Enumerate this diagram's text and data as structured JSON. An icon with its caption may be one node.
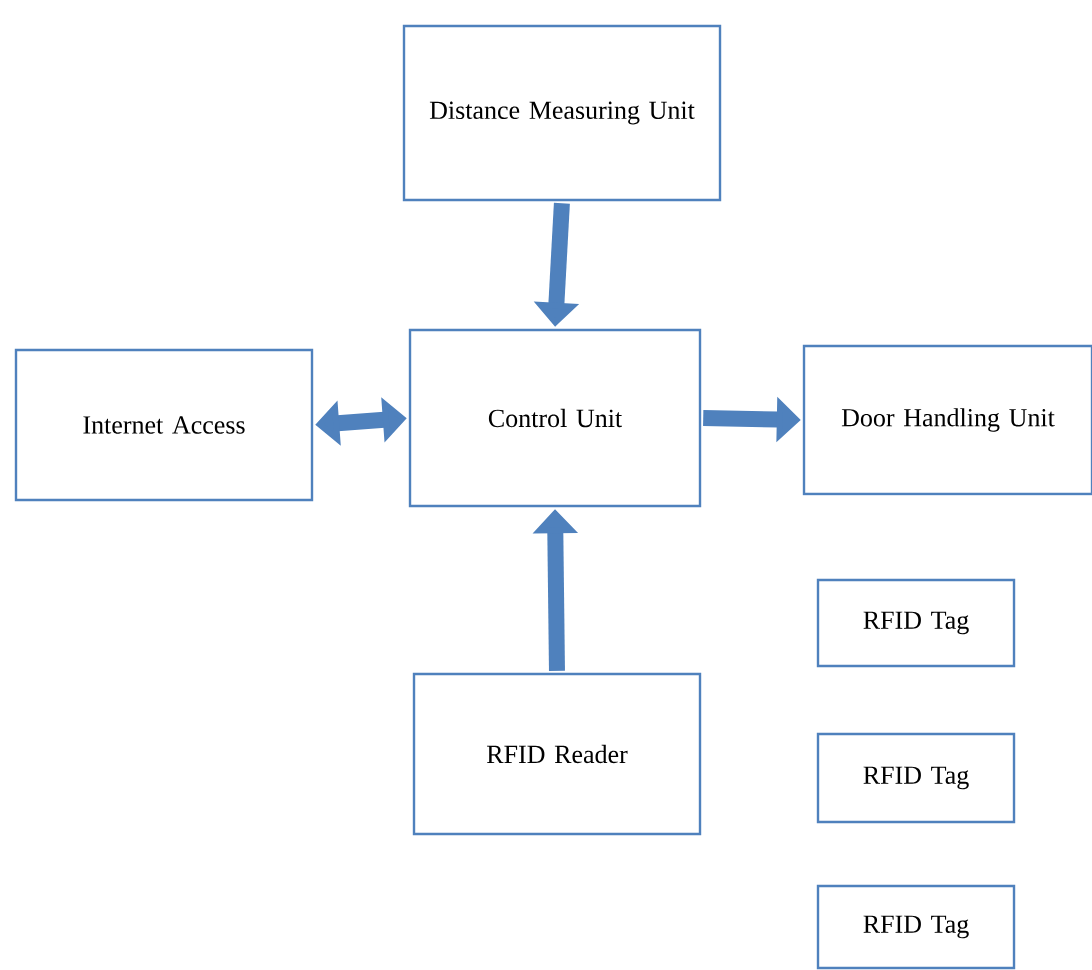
{
  "diagram": {
    "nodes": [
      {
        "text": [
          "Distance Measuring Unit"
        ]
      },
      {
        "text": [
          "Internet Access"
        ]
      },
      {
        "text": [
          "Control Unit"
        ]
      },
      {
        "text": [
          "Door Handling Unit"
        ]
      },
      {
        "text": [
          "RFID Reader"
        ]
      },
      {
        "text": [
          "RFID Tag"
        ]
      },
      {
        "text": [
          "RFID Tag"
        ]
      },
      {
        "text": [
          "RFID Tag"
        ]
      }
    ],
    "edges": [
      {
        "from": 0,
        "to": 2,
        "arrow": "to"
      },
      {
        "from": 2,
        "to": 1,
        "arrow": "both"
      },
      {
        "from": 2,
        "to": 3,
        "arrow": "to"
      },
      {
        "from": 4,
        "to": 2,
        "arrow": "to"
      }
    ]
  }
}
